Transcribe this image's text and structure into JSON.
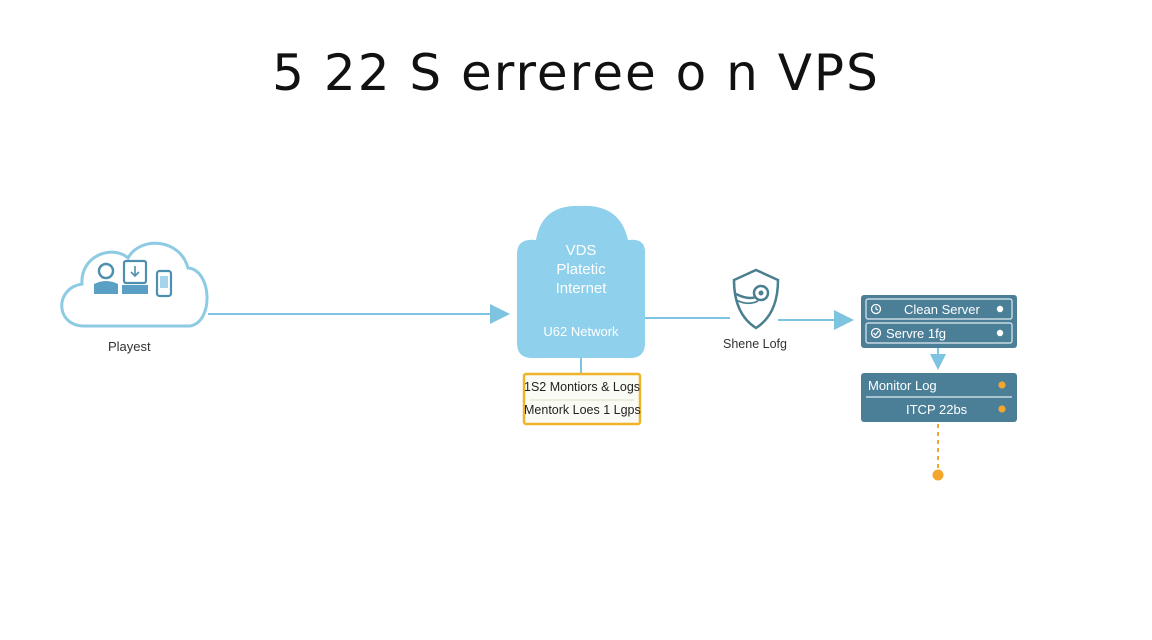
{
  "title": "5 22 S errerее o n VPS",
  "client": {
    "label": "Playest"
  },
  "vps": {
    "lines": [
      "VDS",
      "Platetic",
      "Internet"
    ],
    "network": "U62 Network"
  },
  "monitor_box": {
    "lines": [
      "1S2 Montiors & Logs",
      "Mentork Loes 1 Lgps"
    ]
  },
  "shield": {
    "label": "Shene Lofg"
  },
  "server_panel": {
    "rows": [
      "Clean Server",
      "Servre 1fg"
    ]
  },
  "log_panel": {
    "rows": [
      "Monitor Log",
      "ITCP 22bs"
    ]
  },
  "colors": {
    "cloud_stroke": "#8ccbe3",
    "vps_fill": "#8fd0ec",
    "arrow": "#7ec3df",
    "panel_fill": "#4b7f98",
    "panel_inner_border": "#dfeaf0",
    "monitor_border": "#f0b428",
    "accent_dot": "#f2a630",
    "shield_stroke": "#4a7f8f"
  }
}
